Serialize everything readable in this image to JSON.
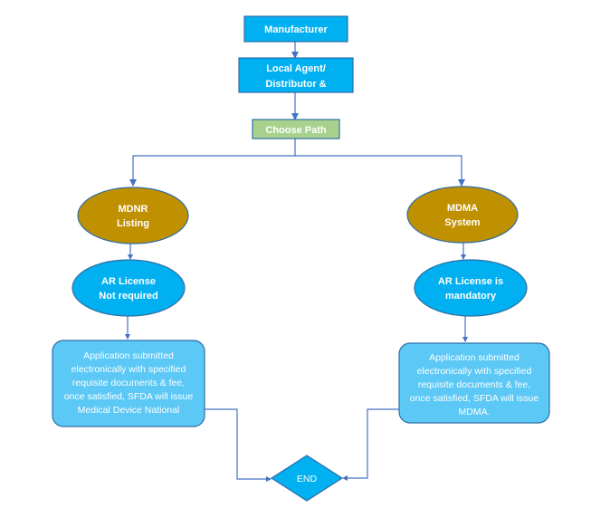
{
  "nodes": {
    "manufacturer": {
      "label": "Manufacturer"
    },
    "local_agent": {
      "lines": [
        "Local Agent/",
        "Distributor  &"
      ]
    },
    "choose_path": {
      "label": "Choose Path"
    },
    "mdnr": {
      "lines": [
        "MDNR",
        "Listing"
      ]
    },
    "mdma": {
      "lines": [
        "MDMA",
        "System"
      ]
    },
    "ar_not_required": {
      "lines": [
        "AR License",
        "Not required"
      ]
    },
    "ar_mandatory": {
      "lines": [
        "AR License is",
        "mandatory"
      ]
    },
    "app_left": {
      "lines": [
        "Application submitted",
        "electronically with specified",
        "requisite documents & fee,",
        "once satisfied, SFDA will issue",
        "Medical Device National"
      ]
    },
    "app_right": {
      "lines": [
        "Application submitted",
        "electronically with specified",
        "requisite documents & fee,",
        "once satisfied, SFDA will issue",
        "MDMA."
      ]
    },
    "end": {
      "label": "END"
    }
  },
  "colors": {
    "box_blue": "#00b0f0",
    "box_border": "#2f6ea6",
    "choose_green": "#a9d18e",
    "oval_gold": "#bf9000",
    "light_blue": "#5bc8f5",
    "connector": "#4472c4"
  }
}
